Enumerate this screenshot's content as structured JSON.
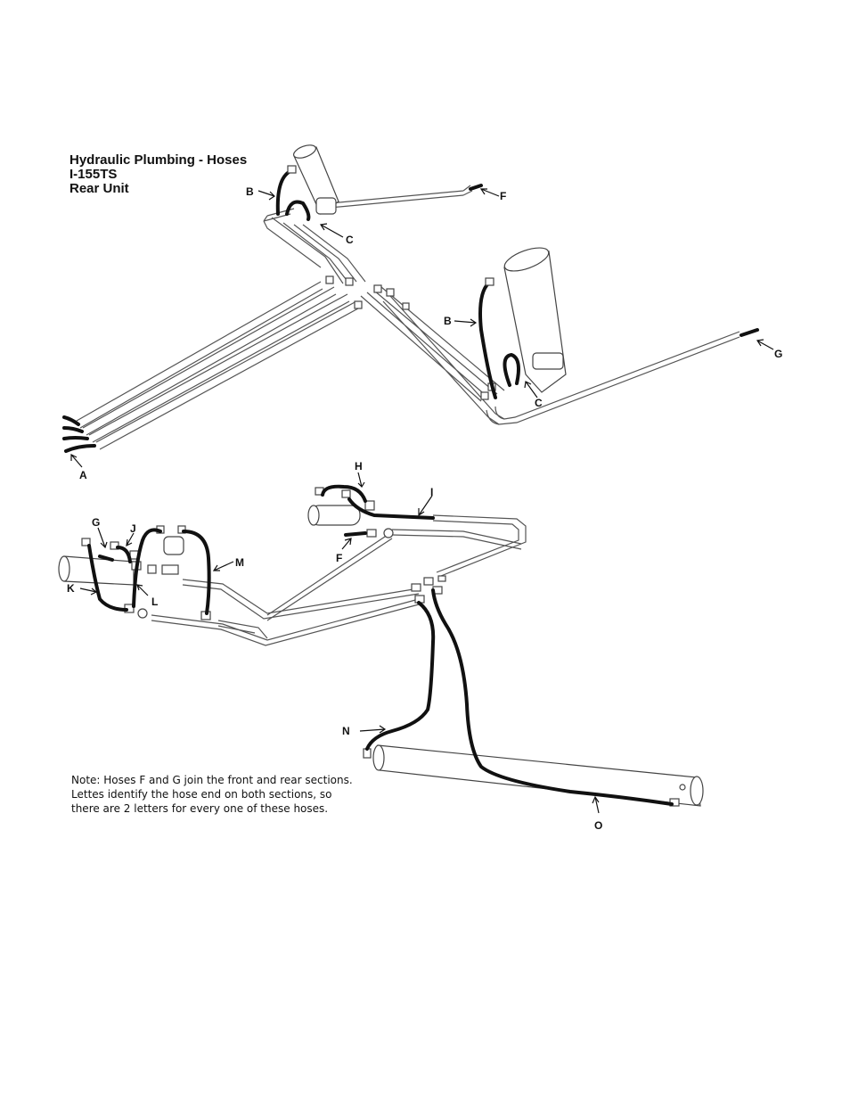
{
  "title": {
    "line1": "Hydraulic Plumbing - Hoses",
    "line2": "I-155TS",
    "line3": "Rear Unit"
  },
  "note": {
    "line1": "Note: Hoses F and G join the front and rear sections.",
    "line2": "Lettes identify the hose end on both sections, so",
    "line3": "there are 2 letters for every one of these hoses."
  },
  "labels": {
    "a": "A",
    "b_top": "B",
    "b_mid": "B",
    "c_top": "C",
    "c_mid": "C",
    "f_top": "F",
    "f_lower": "F",
    "g_top": "G",
    "g_lower": "G",
    "h": "H",
    "i": "I",
    "j": "J",
    "k": "K",
    "l": "L",
    "m": "M",
    "n": "N",
    "o": "O"
  }
}
